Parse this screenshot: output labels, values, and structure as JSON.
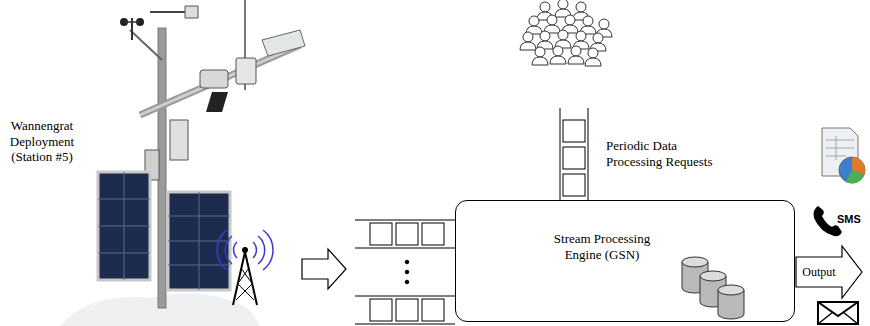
{
  "diagram": {
    "nodes": [
      {
        "text": [
          "Stream Processing Engine (GSN)"
        ]
      }
    ],
    "labels": [
      "Wannengrat Deployment (Station #5)",
      "Periodic Data Processing Requests",
      "Output",
      "SMS"
    ]
  }
}
